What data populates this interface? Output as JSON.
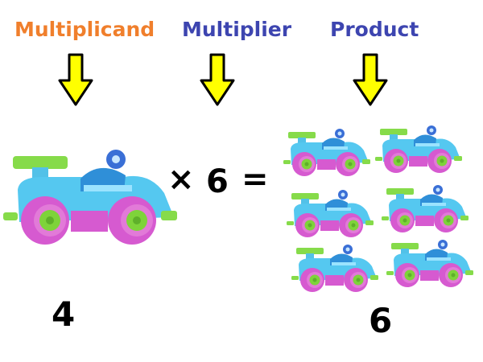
{
  "headers": {
    "multiplicand": "Multiplicand",
    "multiplier": "Multiplier",
    "product": "Product"
  },
  "equation": {
    "times_sign": "×",
    "multiplier_value": "6",
    "equals_sign": "="
  },
  "values": {
    "multiplicand": "4",
    "product": "6"
  },
  "colors": {
    "multiplicand": "#f07f2c",
    "multiplier": "#3d45b0",
    "product": "#3d45b0",
    "arrow_fill": "#ffff00",
    "car_body": "#4fc9f2",
    "car_wheel": "#d85ad0",
    "car_hub": "#7fd63b"
  },
  "icons": {
    "car": "toy-race-car-icon",
    "arrow": "arrow-down-icon"
  },
  "product_car_count": 6
}
